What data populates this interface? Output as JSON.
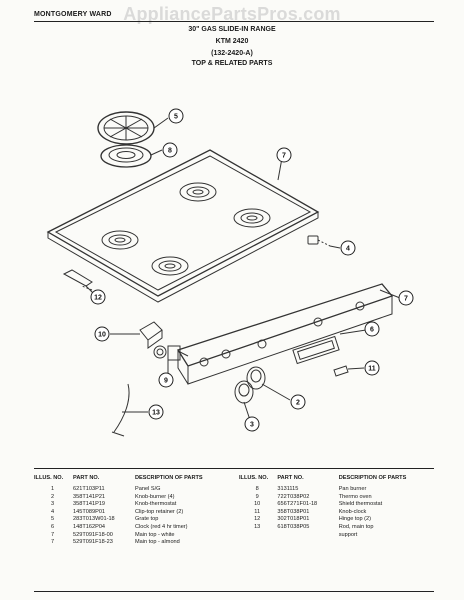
{
  "header": {
    "brand": "MONTGOMERY WARD",
    "watermark": "AppliancePartsPros.com",
    "title_line1": "30\" GAS SLIDE-IN RANGE",
    "title_line2": "KTM 2420",
    "title_line3": "(132-2420-A)",
    "title_line4": "TOP & RELATED PARTS"
  },
  "callouts": [
    "5",
    "8",
    "7",
    "4",
    "12",
    "7",
    "6",
    "10",
    "11",
    "9",
    "2",
    "3",
    "13"
  ],
  "parts_table": {
    "headers": {
      "no": "ILLUS. NO.",
      "part": "PART NO.",
      "desc": "DESCRIPTION OF PARTS"
    },
    "left_rows": [
      {
        "no": "1",
        "part": "621T103P11",
        "desc": "Panel S/G"
      },
      {
        "no": "2",
        "part": "358T141P21",
        "desc": "Knob-burner (4)"
      },
      {
        "no": "3",
        "part": "358T141P19",
        "desc": "Knob-thermostat"
      },
      {
        "no": "4",
        "part": "145T089P01",
        "desc": "Clip-top retainer (2)"
      },
      {
        "no": "5",
        "part": "283T013W01-18",
        "desc": "Grate top"
      },
      {
        "no": "6",
        "part": "148T162P04",
        "desc": "Clock (red 4 hr timer)"
      },
      {
        "no": "7",
        "part": "529T091F18-00",
        "desc": "Main top - white"
      },
      {
        "no": "7",
        "part": "529T091F18-23",
        "desc": "Main top - almond"
      }
    ],
    "right_rows": [
      {
        "no": "8",
        "part": "3131115",
        "desc": "Pan burner"
      },
      {
        "no": "9",
        "part": "722T038P02",
        "desc": "Thermo oven"
      },
      {
        "no": "10",
        "part": "656T271F01-18",
        "desc": "Shield thermostat"
      },
      {
        "no": "11",
        "part": "358T038P01",
        "desc": "Knob-clock"
      },
      {
        "no": "12",
        "part": "302T018P01",
        "desc": "Hinge top (2)"
      },
      {
        "no": "13",
        "part": "618T038P05",
        "desc": "Rod, main top"
      },
      {
        "no": "",
        "part": "",
        "desc": "support"
      }
    ]
  }
}
